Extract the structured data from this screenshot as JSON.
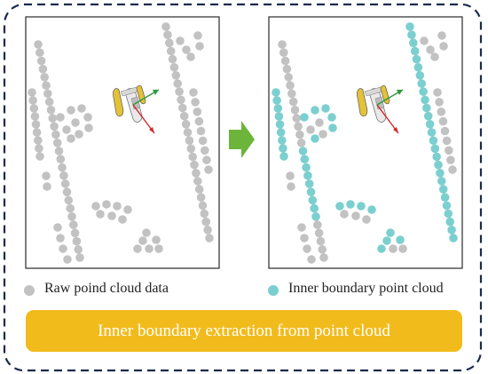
{
  "colors": {
    "raw_point": "#c2c2c2",
    "boundary_point": "#7ccfcf",
    "banner": "#f2bb1c",
    "arrow": "#6cb53a",
    "frame_border": "#1a2a4e",
    "axis_green": "#2e9a3a",
    "axis_red": "#d62828",
    "boat_yellow": "#e3c23a"
  },
  "legend": {
    "raw_label": "Raw poind cloud data",
    "boundary_label": "Inner boundary point cloud"
  },
  "banner": {
    "text": "Inner boundary extraction from point cloud"
  },
  "icons": {
    "process_arrow": "right-arrow-icon",
    "vessel": "boat-icon"
  }
}
